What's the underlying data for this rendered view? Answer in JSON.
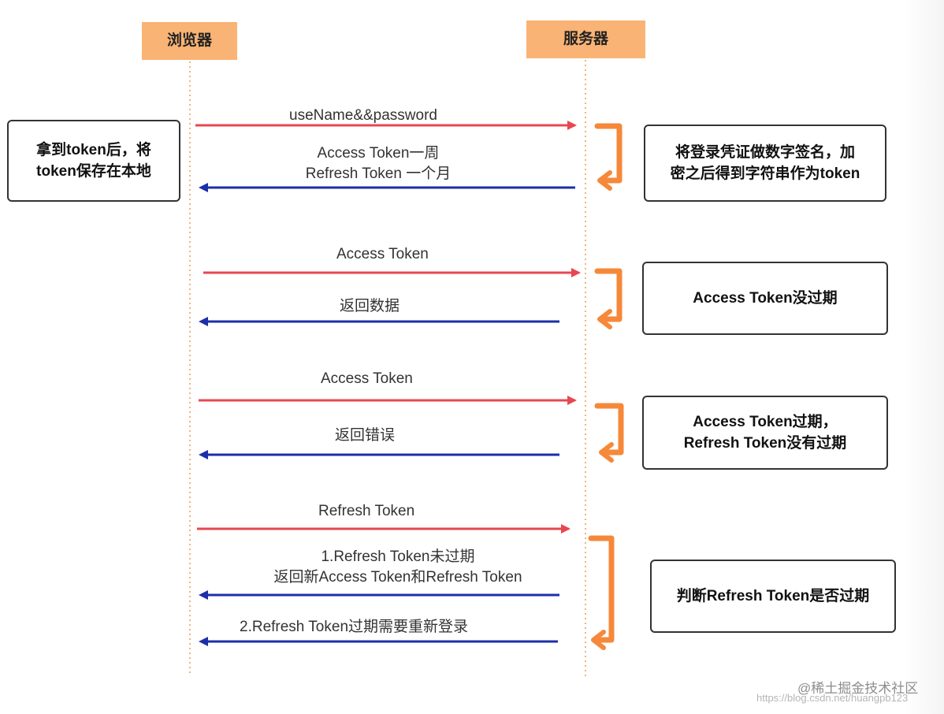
{
  "participants": {
    "browser": "浏览器",
    "server": "服务器"
  },
  "notes": {
    "browser_store": [
      "拿到token后，将",
      "token保存在本地"
    ],
    "server_sign": [
      "将登录凭证做数字签名，加",
      "密之后得到字符串作为token"
    ],
    "access_valid": [
      "Access Token没过期"
    ],
    "access_expired": [
      "Access Token过期，",
      "Refresh Token没有过期"
    ],
    "refresh_check": [
      "判断Refresh Token是否过期"
    ]
  },
  "messages": {
    "login": "useName&&password",
    "issue_line1": "Access Token一周",
    "issue_line2": "Refresh Token 一个月",
    "access_req1": "Access Token",
    "return_data": "返回数据",
    "access_req2": "Access Token",
    "return_error": "返回错误",
    "refresh_req": "Refresh Token",
    "refresh_ok_line1": "1.Refresh Token未过期",
    "refresh_ok_line2": "返回新Access Token和Refresh Token",
    "refresh_expired": "2.Refresh Token过期需要重新登录"
  },
  "watermark": {
    "site": "@稀土掘金技术社区",
    "url": "https://blog.csdn.net/huangpb123"
  },
  "colors": {
    "header_bg": "#f9b374",
    "request_arrow": "#e8474f",
    "response_arrow": "#1c2fa8",
    "self_loop": "#f6883a",
    "lifeline": "#f3b37a"
  }
}
